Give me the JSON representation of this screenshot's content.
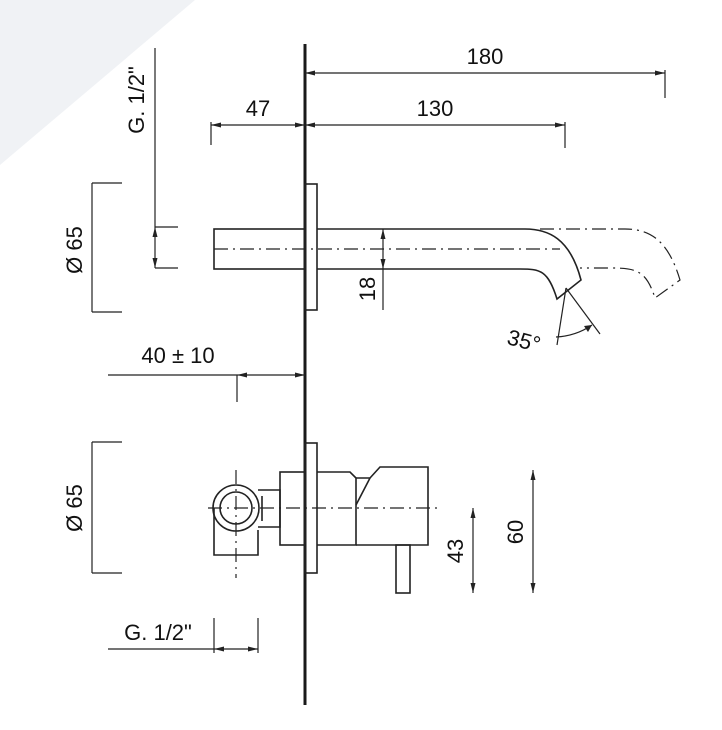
{
  "labels": {
    "total_spout_length": "180",
    "spout_projection": "130",
    "rear_depth_upper": "47",
    "thread_upper": "G. 1/2\"",
    "diameter_upper": "Ø 65",
    "spout_height": "18",
    "spout_angle": "35°",
    "wall_adjustment": "40 ± 10",
    "diameter_lower": "Ø 65",
    "lever_height": "43",
    "mixer_height": "60",
    "thread_lower": "G. 1/2\""
  },
  "colors": {
    "line": "#222222",
    "wall": "#1a1a1a",
    "background": "#ffffff",
    "corner_shade": "#f0f2f5"
  }
}
